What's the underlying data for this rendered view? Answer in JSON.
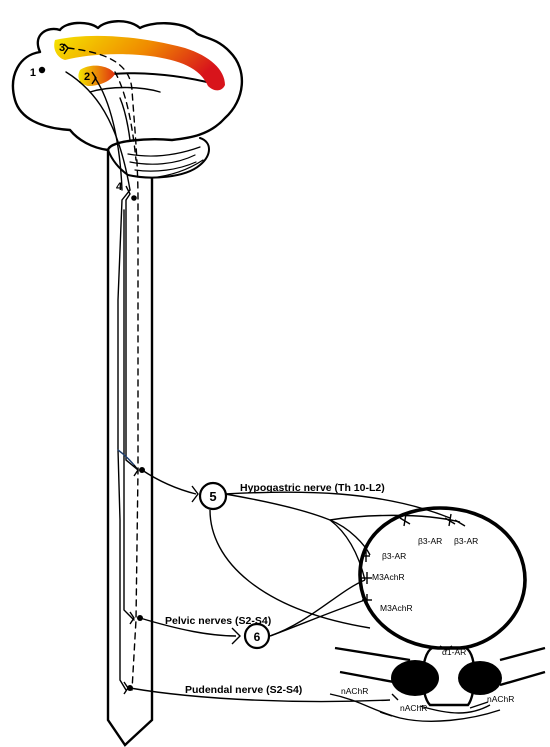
{
  "colors": {
    "line": "#000000",
    "cortex_gradient_start": "#f5e500",
    "cortex_gradient_mid": "#f08a00",
    "cortex_gradient_end": "#d8141b",
    "thin_fiber": "#1f3f6e"
  },
  "regions": {
    "r1": "1",
    "r2": "2",
    "r3": "3",
    "r4": "4"
  },
  "ganglia": {
    "g5": "5",
    "g6": "6"
  },
  "nerves": {
    "hypogastric": "Hypogastric nerve (Th 10-L2)",
    "pelvic": "Pelvic nerves (S2-S4)",
    "pudendal": "Pudendal nerve (S2-S4)"
  },
  "receptors": {
    "b3_top_left": "β3-AR",
    "b3_top_right": "β3-AR",
    "b3_side": "β3-AR",
    "m3_upper": "M3AchR",
    "m3_lower": "M3AchR",
    "a1": "α1-AR",
    "nachr_left": "nAChR",
    "nachr_mid": "nAChR",
    "nachr_right": "nAChR"
  }
}
